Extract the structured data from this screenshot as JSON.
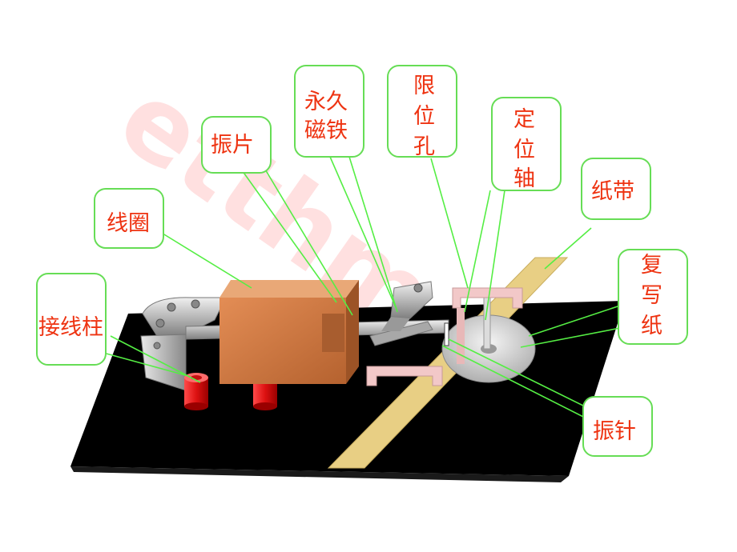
{
  "watermark": "etthm",
  "labels": {
    "jiexianzhu": "接线柱",
    "xianquan": "线圈",
    "zhenpian": "振片",
    "yongjiu_line1": "永久",
    "yongjiu_line2": "磁铁",
    "xianweikong": [
      "限",
      "位",
      "孔"
    ],
    "dingweizhou": [
      "定",
      "位",
      "轴"
    ],
    "zhidai": "纸带",
    "fuxiezhi": [
      "复",
      "写",
      "纸"
    ],
    "zhenzhen": "振针"
  },
  "colors": {
    "callout_border": "#66dd55",
    "leader_line": "#55ee44",
    "label_text": "#ee3311",
    "base": "#000000",
    "coil": "#d9824a",
    "paper_tape": "#e8cf84",
    "terminal": "#dd1111",
    "guide": "#f2c8c8"
  }
}
